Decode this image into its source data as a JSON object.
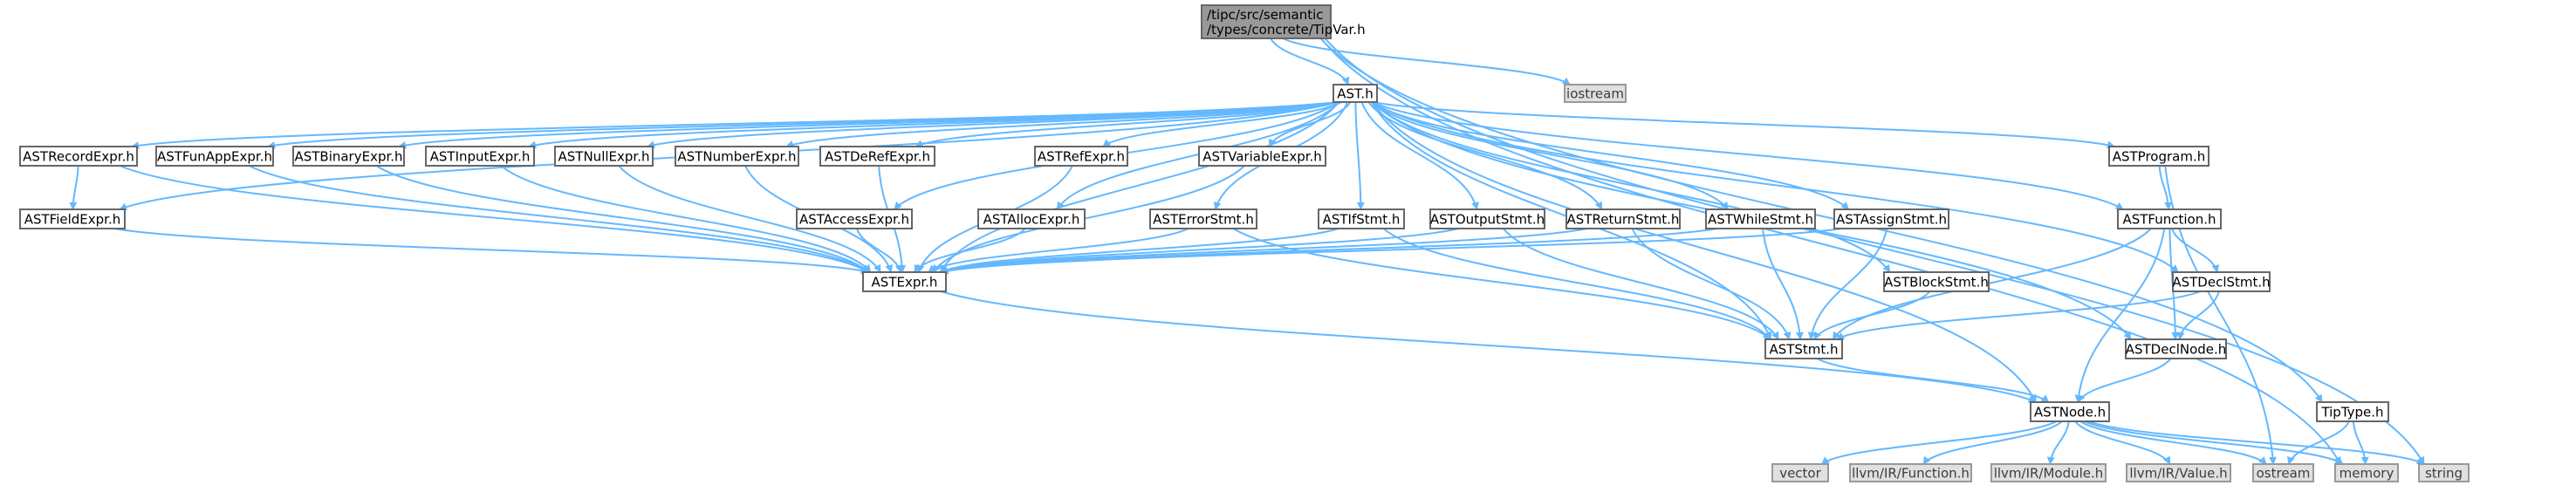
{
  "nodes": [
    {
      "id": "tipvar",
      "label": "/tipc/src/semantic\n/types/concrete/TipVar.h",
      "kind": "root"
    },
    {
      "id": "ast",
      "label": "AST.h",
      "kind": "normal"
    },
    {
      "id": "iostream",
      "label": "iostream",
      "kind": "external"
    },
    {
      "id": "recordexpr",
      "label": "ASTRecordExpr.h",
      "kind": "normal"
    },
    {
      "id": "funappexpr",
      "label": "ASTFunAppExpr.h",
      "kind": "normal"
    },
    {
      "id": "binaryexpr",
      "label": "ASTBinaryExpr.h",
      "kind": "normal"
    },
    {
      "id": "inputexpr",
      "label": "ASTInputExpr.h",
      "kind": "normal"
    },
    {
      "id": "nullexpr",
      "label": "ASTNullExpr.h",
      "kind": "normal"
    },
    {
      "id": "numberexpr",
      "label": "ASTNumberExpr.h",
      "kind": "normal"
    },
    {
      "id": "derefexpr",
      "label": "ASTDeRefExpr.h",
      "kind": "normal"
    },
    {
      "id": "refexpr",
      "label": "ASTRefExpr.h",
      "kind": "normal"
    },
    {
      "id": "variableexpr",
      "label": "ASTVariableExpr.h",
      "kind": "normal"
    },
    {
      "id": "program",
      "label": "ASTProgram.h",
      "kind": "normal"
    },
    {
      "id": "fieldexpr",
      "label": "ASTFieldExpr.h",
      "kind": "normal"
    },
    {
      "id": "accessexpr",
      "label": "ASTAccessExpr.h",
      "kind": "normal"
    },
    {
      "id": "allocexpr",
      "label": "ASTAllocExpr.h",
      "kind": "normal"
    },
    {
      "id": "errorstmt",
      "label": "ASTErrorStmt.h",
      "kind": "normal"
    },
    {
      "id": "ifstmt",
      "label": "ASTIfStmt.h",
      "kind": "normal"
    },
    {
      "id": "outputstmt",
      "label": "ASTOutputStmt.h",
      "kind": "normal"
    },
    {
      "id": "returnstmt",
      "label": "ASTReturnStmt.h",
      "kind": "normal"
    },
    {
      "id": "whilestmt",
      "label": "ASTWhileStmt.h",
      "kind": "normal"
    },
    {
      "id": "assignstmt",
      "label": "ASTAssignStmt.h",
      "kind": "normal"
    },
    {
      "id": "function",
      "label": "ASTFunction.h",
      "kind": "normal"
    },
    {
      "id": "expr",
      "label": "ASTExpr.h",
      "kind": "normal"
    },
    {
      "id": "blockstmt",
      "label": "ASTBlockStmt.h",
      "kind": "normal"
    },
    {
      "id": "declstmt",
      "label": "ASTDeclStmt.h",
      "kind": "normal"
    },
    {
      "id": "stmt",
      "label": "ASTStmt.h",
      "kind": "normal"
    },
    {
      "id": "declnode",
      "label": "ASTDeclNode.h",
      "kind": "normal"
    },
    {
      "id": "tiptype",
      "label": "TipType.h",
      "kind": "normal"
    },
    {
      "id": "astnode",
      "label": "ASTNode.h",
      "kind": "normal"
    },
    {
      "id": "vector",
      "label": "vector",
      "kind": "external"
    },
    {
      "id": "llvmfunction",
      "label": "llvm/IR/Function.h",
      "kind": "external"
    },
    {
      "id": "llvmmodule",
      "label": "llvm/IR/Module.h",
      "kind": "external"
    },
    {
      "id": "llvmvalue",
      "label": "llvm/IR/Value.h",
      "kind": "external"
    },
    {
      "id": "ostream",
      "label": "ostream",
      "kind": "external"
    },
    {
      "id": "memory",
      "label": "memory",
      "kind": "external"
    },
    {
      "id": "string",
      "label": "string",
      "kind": "external"
    }
  ],
  "edges": [
    [
      "tipvar",
      "ast"
    ],
    [
      "tipvar",
      "iostream"
    ],
    [
      "tipvar",
      "tiptype"
    ],
    [
      "tipvar",
      "memory"
    ],
    [
      "tipvar",
      "string"
    ],
    [
      "ast",
      "recordexpr"
    ],
    [
      "ast",
      "funappexpr"
    ],
    [
      "ast",
      "binaryexpr"
    ],
    [
      "ast",
      "inputexpr"
    ],
    [
      "ast",
      "nullexpr"
    ],
    [
      "ast",
      "numberexpr"
    ],
    [
      "ast",
      "derefexpr"
    ],
    [
      "ast",
      "refexpr"
    ],
    [
      "ast",
      "variableexpr"
    ],
    [
      "ast",
      "program"
    ],
    [
      "ast",
      "fieldexpr"
    ],
    [
      "ast",
      "accessexpr"
    ],
    [
      "ast",
      "allocexpr"
    ],
    [
      "ast",
      "errorstmt"
    ],
    [
      "ast",
      "ifstmt"
    ],
    [
      "ast",
      "outputstmt"
    ],
    [
      "ast",
      "returnstmt"
    ],
    [
      "ast",
      "whilestmt"
    ],
    [
      "ast",
      "assignstmt"
    ],
    [
      "ast",
      "function"
    ],
    [
      "ast",
      "expr"
    ],
    [
      "ast",
      "blockstmt"
    ],
    [
      "ast",
      "declstmt"
    ],
    [
      "ast",
      "stmt"
    ],
    [
      "ast",
      "declnode"
    ],
    [
      "ast",
      "astnode"
    ],
    [
      "recordexpr",
      "fieldexpr"
    ],
    [
      "recordexpr",
      "expr"
    ],
    [
      "funappexpr",
      "expr"
    ],
    [
      "binaryexpr",
      "expr"
    ],
    [
      "inputexpr",
      "expr"
    ],
    [
      "nullexpr",
      "expr"
    ],
    [
      "numberexpr",
      "expr"
    ],
    [
      "derefexpr",
      "expr"
    ],
    [
      "refexpr",
      "expr"
    ],
    [
      "variableexpr",
      "expr"
    ],
    [
      "fieldexpr",
      "expr"
    ],
    [
      "accessexpr",
      "expr"
    ],
    [
      "allocexpr",
      "expr"
    ],
    [
      "errorstmt",
      "expr"
    ],
    [
      "errorstmt",
      "stmt"
    ],
    [
      "ifstmt",
      "expr"
    ],
    [
      "ifstmt",
      "stmt"
    ],
    [
      "outputstmt",
      "expr"
    ],
    [
      "outputstmt",
      "stmt"
    ],
    [
      "returnstmt",
      "expr"
    ],
    [
      "returnstmt",
      "stmt"
    ],
    [
      "whilestmt",
      "expr"
    ],
    [
      "whilestmt",
      "stmt"
    ],
    [
      "assignstmt",
      "expr"
    ],
    [
      "assignstmt",
      "stmt"
    ],
    [
      "program",
      "function"
    ],
    [
      "program",
      "ostream"
    ],
    [
      "function",
      "stmt"
    ],
    [
      "function",
      "declstmt"
    ],
    [
      "function",
      "declnode"
    ],
    [
      "function",
      "astnode"
    ],
    [
      "blockstmt",
      "stmt"
    ],
    [
      "declstmt",
      "stmt"
    ],
    [
      "declstmt",
      "declnode"
    ],
    [
      "declnode",
      "astnode"
    ],
    [
      "expr",
      "astnode"
    ],
    [
      "stmt",
      "astnode"
    ],
    [
      "tiptype",
      "ostream"
    ],
    [
      "tiptype",
      "memory"
    ],
    [
      "astnode",
      "vector"
    ],
    [
      "astnode",
      "llvmfunction"
    ],
    [
      "astnode",
      "llvmmodule"
    ],
    [
      "astnode",
      "llvmvalue"
    ],
    [
      "astnode",
      "ostream"
    ],
    [
      "astnode",
      "memory"
    ],
    [
      "astnode",
      "string"
    ]
  ],
  "colors": {
    "edge": "#63b8ff",
    "node_border": "#666666",
    "root_fill": "#999999",
    "external_fill": "#e0e0e0",
    "external_border": "#999999"
  }
}
